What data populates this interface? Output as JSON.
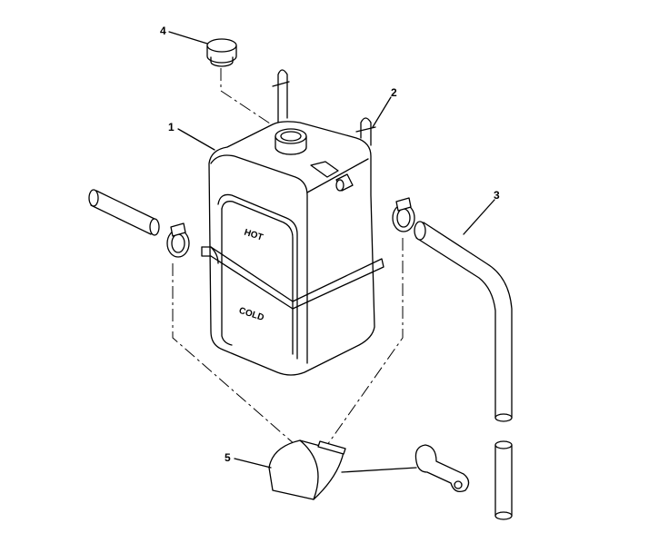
{
  "diagram": {
    "callouts": [
      {
        "id": "1",
        "part": "tank"
      },
      {
        "id": "2",
        "part": "mounting-rod"
      },
      {
        "id": "3",
        "part": "overflow-hose"
      },
      {
        "id": "4",
        "part": "cap"
      },
      {
        "id": "5",
        "part": "clamp-bracket"
      }
    ],
    "tank_markings": {
      "hot": "HOT",
      "cold": "COLD"
    }
  }
}
